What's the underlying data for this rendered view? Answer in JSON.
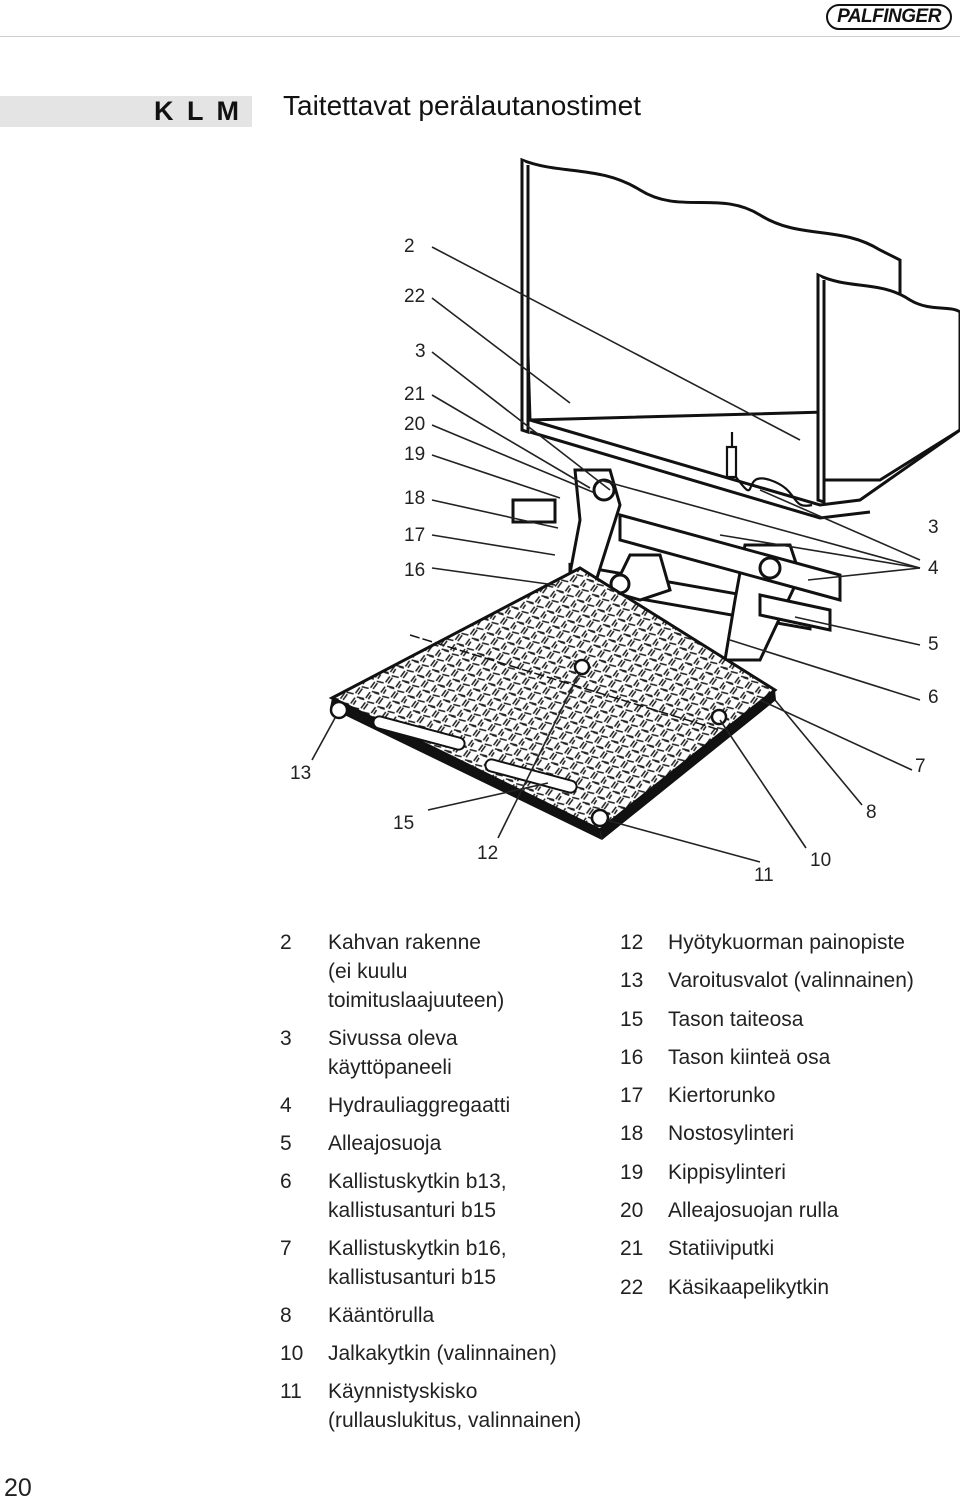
{
  "header": {
    "brand": "PALFINGER",
    "section_label": "K L M",
    "title": "Taitettavat perälautanostimet"
  },
  "diagram": {
    "callouts": [
      "2",
      "22",
      "3",
      "21",
      "20",
      "19",
      "18",
      "17",
      "16",
      "3",
      "4",
      "5",
      "6",
      "7",
      "13",
      "15",
      "12",
      "8",
      "11",
      "10"
    ]
  },
  "legend_left": [
    {
      "num": "2",
      "lines": [
        "Kahvan rakenne",
        "(ei kuulu",
        "toimituslaajuuteen)"
      ]
    },
    {
      "num": "3",
      "lines": [
        "Sivussa oleva",
        "käyttöpaneeli"
      ]
    },
    {
      "num": "4",
      "lines": [
        "Hydrauliaggregaatti"
      ]
    },
    {
      "num": "5",
      "lines": [
        "Alleajosuoja"
      ]
    },
    {
      "num": "6",
      "lines": [
        "Kallistuskytkin b13,",
        "kallistusanturi b15"
      ]
    },
    {
      "num": "7",
      "lines": [
        "Kallistuskytkin b16,",
        "kallistusanturi b15"
      ]
    },
    {
      "num": "8",
      "lines": [
        "Kääntörulla"
      ]
    },
    {
      "num": "10",
      "lines": [
        "Jalkakytkin (valinnainen)"
      ]
    },
    {
      "num": "11",
      "lines": [
        "Käynnistyskisko",
        "(rullauslukitus, valinnainen)"
      ]
    }
  ],
  "legend_right": [
    {
      "num": "12",
      "lines": [
        "Hyötykuorman painopiste"
      ]
    },
    {
      "num": "13",
      "lines": [
        "Varoitusvalot (valinnainen)"
      ]
    },
    {
      "num": "15",
      "lines": [
        "Tason taiteosa"
      ]
    },
    {
      "num": "16",
      "lines": [
        "Tason kiinteä osa"
      ]
    },
    {
      "num": "17",
      "lines": [
        "Kiertorunko"
      ]
    },
    {
      "num": "18",
      "lines": [
        "Nostosylinteri"
      ]
    },
    {
      "num": "19",
      "lines": [
        "Kippisylinteri"
      ]
    },
    {
      "num": "20",
      "lines": [
        "Alleajosuojan rulla"
      ]
    },
    {
      "num": "21",
      "lines": [
        "Statiiviputki"
      ]
    },
    {
      "num": "22",
      "lines": [
        "Käsikaapelikytkin"
      ]
    }
  ],
  "footer": {
    "page_number": "20"
  }
}
